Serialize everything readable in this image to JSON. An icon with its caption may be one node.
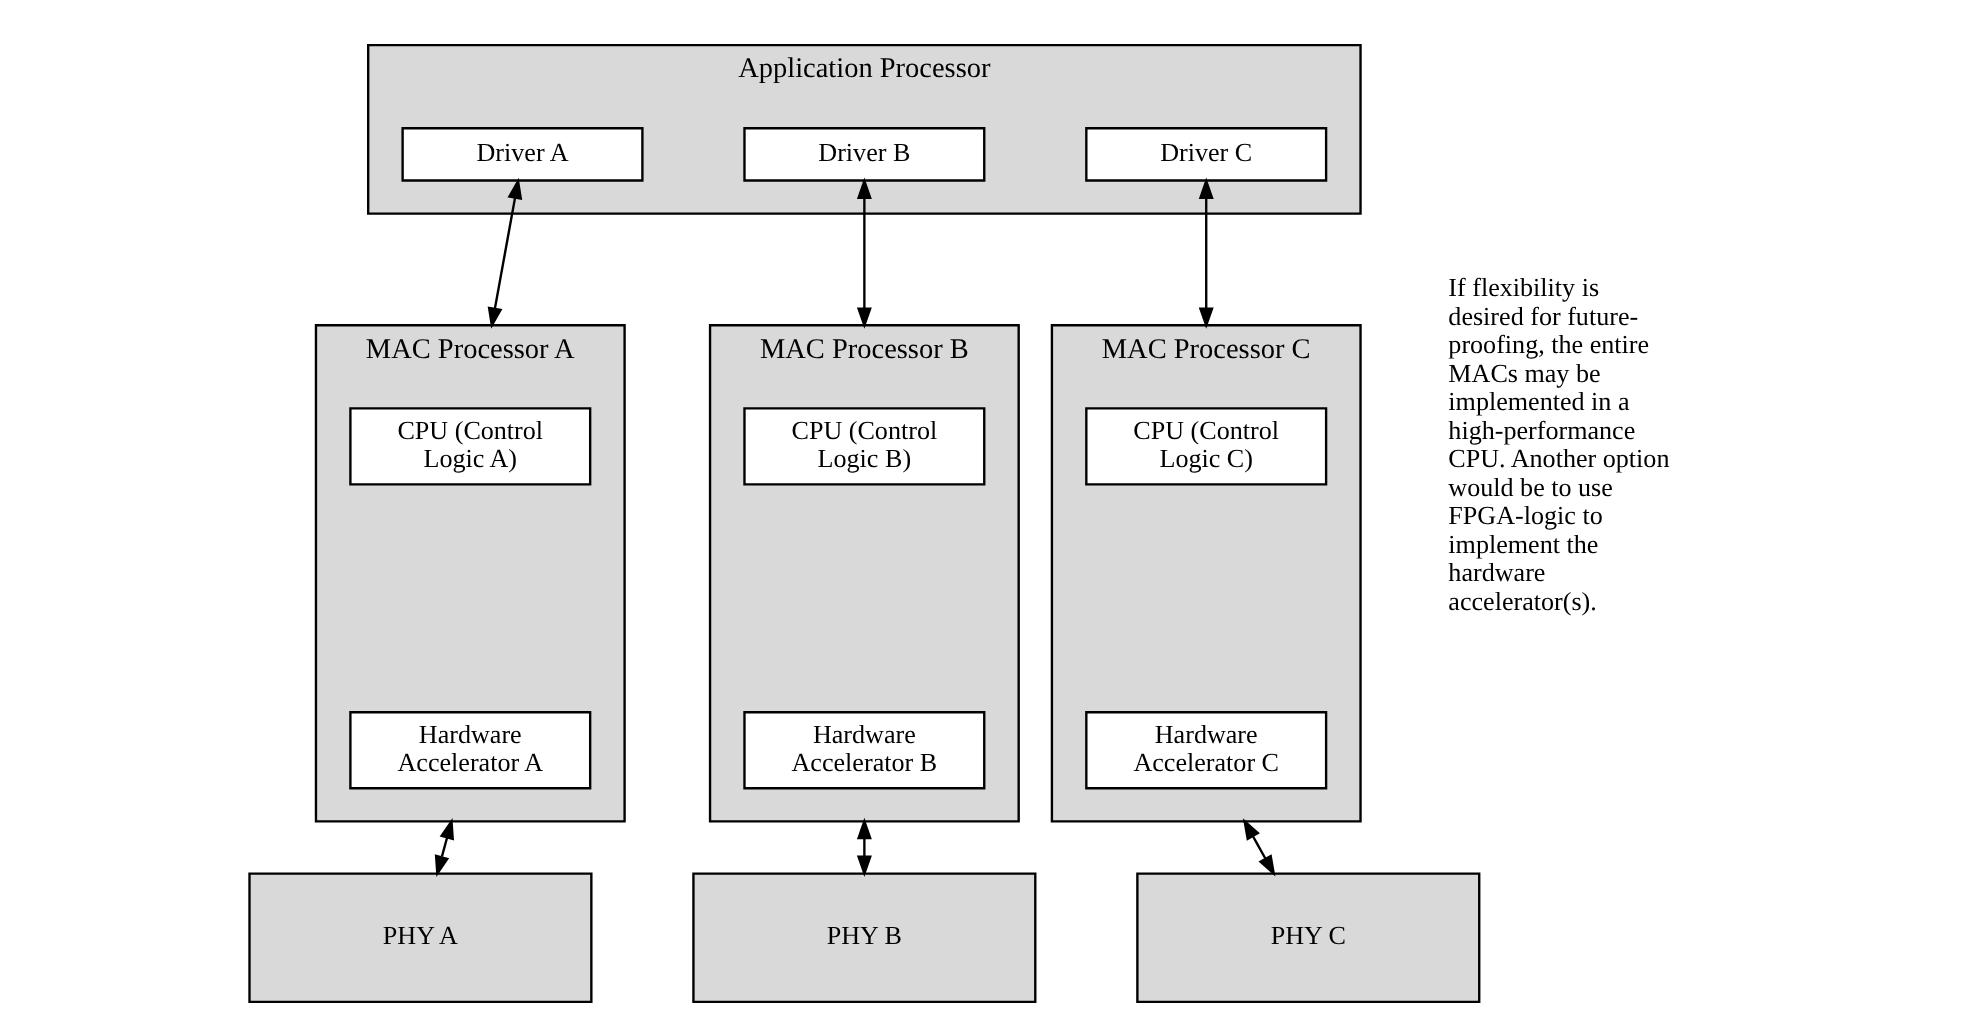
{
  "diagram": {
    "nodes": [
      {
        "text": [
          "Application Processor"
        ]
      },
      {
        "text": [
          "Driver A"
        ],
        "in": 0
      },
      {
        "text": [
          "Driver B"
        ],
        "in": 0
      },
      {
        "text": [
          "Driver C"
        ],
        "in": 0
      },
      {
        "text": [
          "MAC Processor A"
        ]
      },
      {
        "text": [
          "CPU (Control Logic A)"
        ],
        "in": 4
      },
      {
        "text": [
          "Hardware Accelerator A"
        ],
        "in": 4
      },
      {
        "text": [
          "MAC Processor B"
        ]
      },
      {
        "text": [
          "CPU (Control Logic B)"
        ],
        "in": 7
      },
      {
        "text": [
          "Hardware Accelerator B"
        ],
        "in": 7
      },
      {
        "text": [
          "MAC Processor C"
        ]
      },
      {
        "text": [
          "CPU (Control Logic C)"
        ],
        "in": 10
      },
      {
        "text": [
          "Hardware Accelerator C"
        ],
        "in": 10
      },
      {
        "text": [
          "PHY A"
        ]
      },
      {
        "text": [
          "PHY B"
        ]
      },
      {
        "text": [
          "PHY C"
        ]
      }
    ],
    "edges": [
      {
        "from": 1,
        "to": 4,
        "arrow": "both"
      },
      {
        "from": 2,
        "to": 7,
        "arrow": "both"
      },
      {
        "from": 3,
        "to": 10,
        "arrow": "both"
      },
      {
        "from": 4,
        "to": 13,
        "arrow": "both"
      },
      {
        "from": 7,
        "to": 14,
        "arrow": "both"
      },
      {
        "from": 10,
        "to": 15,
        "arrow": "both"
      }
    ],
    "labels": [
      "If flexibility is desired for future-proofing, the entire MACs may be implemented in a high-performance CPU. Another option would be to use FPGA-logic to implement the hardware accelerator(s)."
    ]
  }
}
